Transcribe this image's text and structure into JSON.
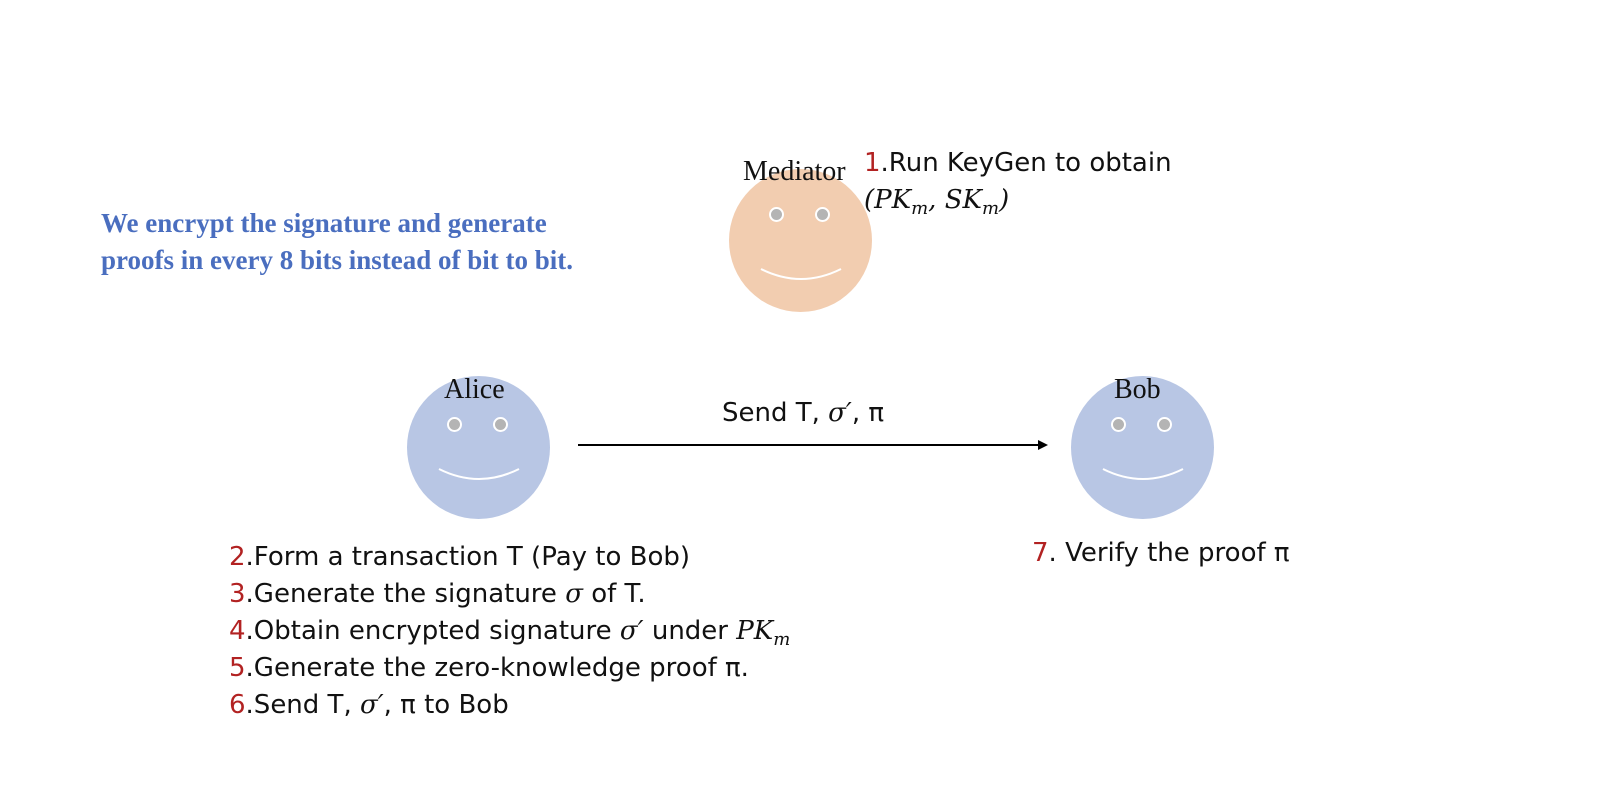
{
  "note": {
    "line1": "We encrypt the signature and generate",
    "line2": "proofs in every 8 bits instead of bit to bit."
  },
  "colors": {
    "mediator_face": "#f2cdb0",
    "party_face": "#b8c6e4",
    "note_text": "#4a6ebf",
    "step_number": "#b22222"
  },
  "mediator": {
    "name": "Mediator",
    "step": {
      "num": "1",
      "text": ".Run KeyGen to obtain",
      "formula": "(PKm, SKm)"
    }
  },
  "alice": {
    "name": "Alice"
  },
  "bob": {
    "name": "Bob"
  },
  "message": {
    "label_prefix": "Send T, ",
    "sigma_prime": "σ′",
    "label_suffix": ", π"
  },
  "alice_steps": [
    {
      "num": "2",
      "text": ".Form a transaction T (Pay to Bob)"
    },
    {
      "num": "3",
      "text_a": ".Generate the signature ",
      "sigma": "σ",
      "text_b": " of T."
    },
    {
      "num": "4",
      "text_a": ".Obtain encrypted signature ",
      "sigma": "σ′",
      "text_b": " under ",
      "key": "PKm"
    },
    {
      "num": "5",
      "text": ".Generate the zero-knowledge proof π."
    },
    {
      "num": "6",
      "text_a": ".Send T, ",
      "sigma": "σ′",
      "text_b": ", π to Bob"
    }
  ],
  "bob_step": {
    "num": "7",
    "text": ". Verify the proof π"
  }
}
